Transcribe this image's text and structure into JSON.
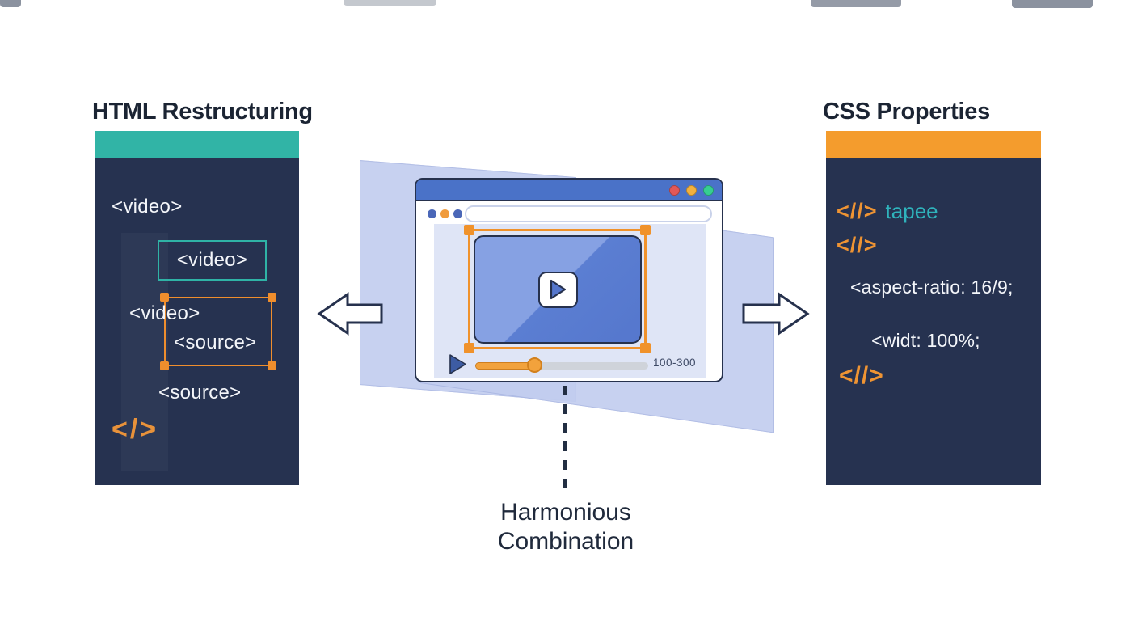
{
  "left_panel": {
    "title": "HTML Restructuring",
    "tag_video_outer": "<video>",
    "tag_video_boxed": "<video>",
    "tag_video_inner": "<video>",
    "tag_source_boxed": "<source>",
    "tag_source_below": "<source>",
    "closing_tag_glyph": "</>"
  },
  "right_panel": {
    "title": "CSS Properties",
    "line1_glyph": "<//>",
    "line1_label": "tapee",
    "line2_glyph": "<//>",
    "line3_code": "<aspect-ratio: 16/9;",
    "line4_code": "<widt: 100%;",
    "line5_glyph": "<//>"
  },
  "browser": {
    "duration_label": "100-300"
  },
  "caption": {
    "line1": "Harmonious",
    "line2": "Combination"
  },
  "colors": {
    "teal_accent": "#31b4a6",
    "orange_accent": "#f49c2d",
    "panel_navy": "#263250",
    "titlebar_blue": "#4a72c8",
    "video_blue": "#5b7ed2",
    "selection_orange": "#f0922b",
    "teal_code_text": "#2fb3bc",
    "background_parallelogram": "#c2cdef"
  }
}
